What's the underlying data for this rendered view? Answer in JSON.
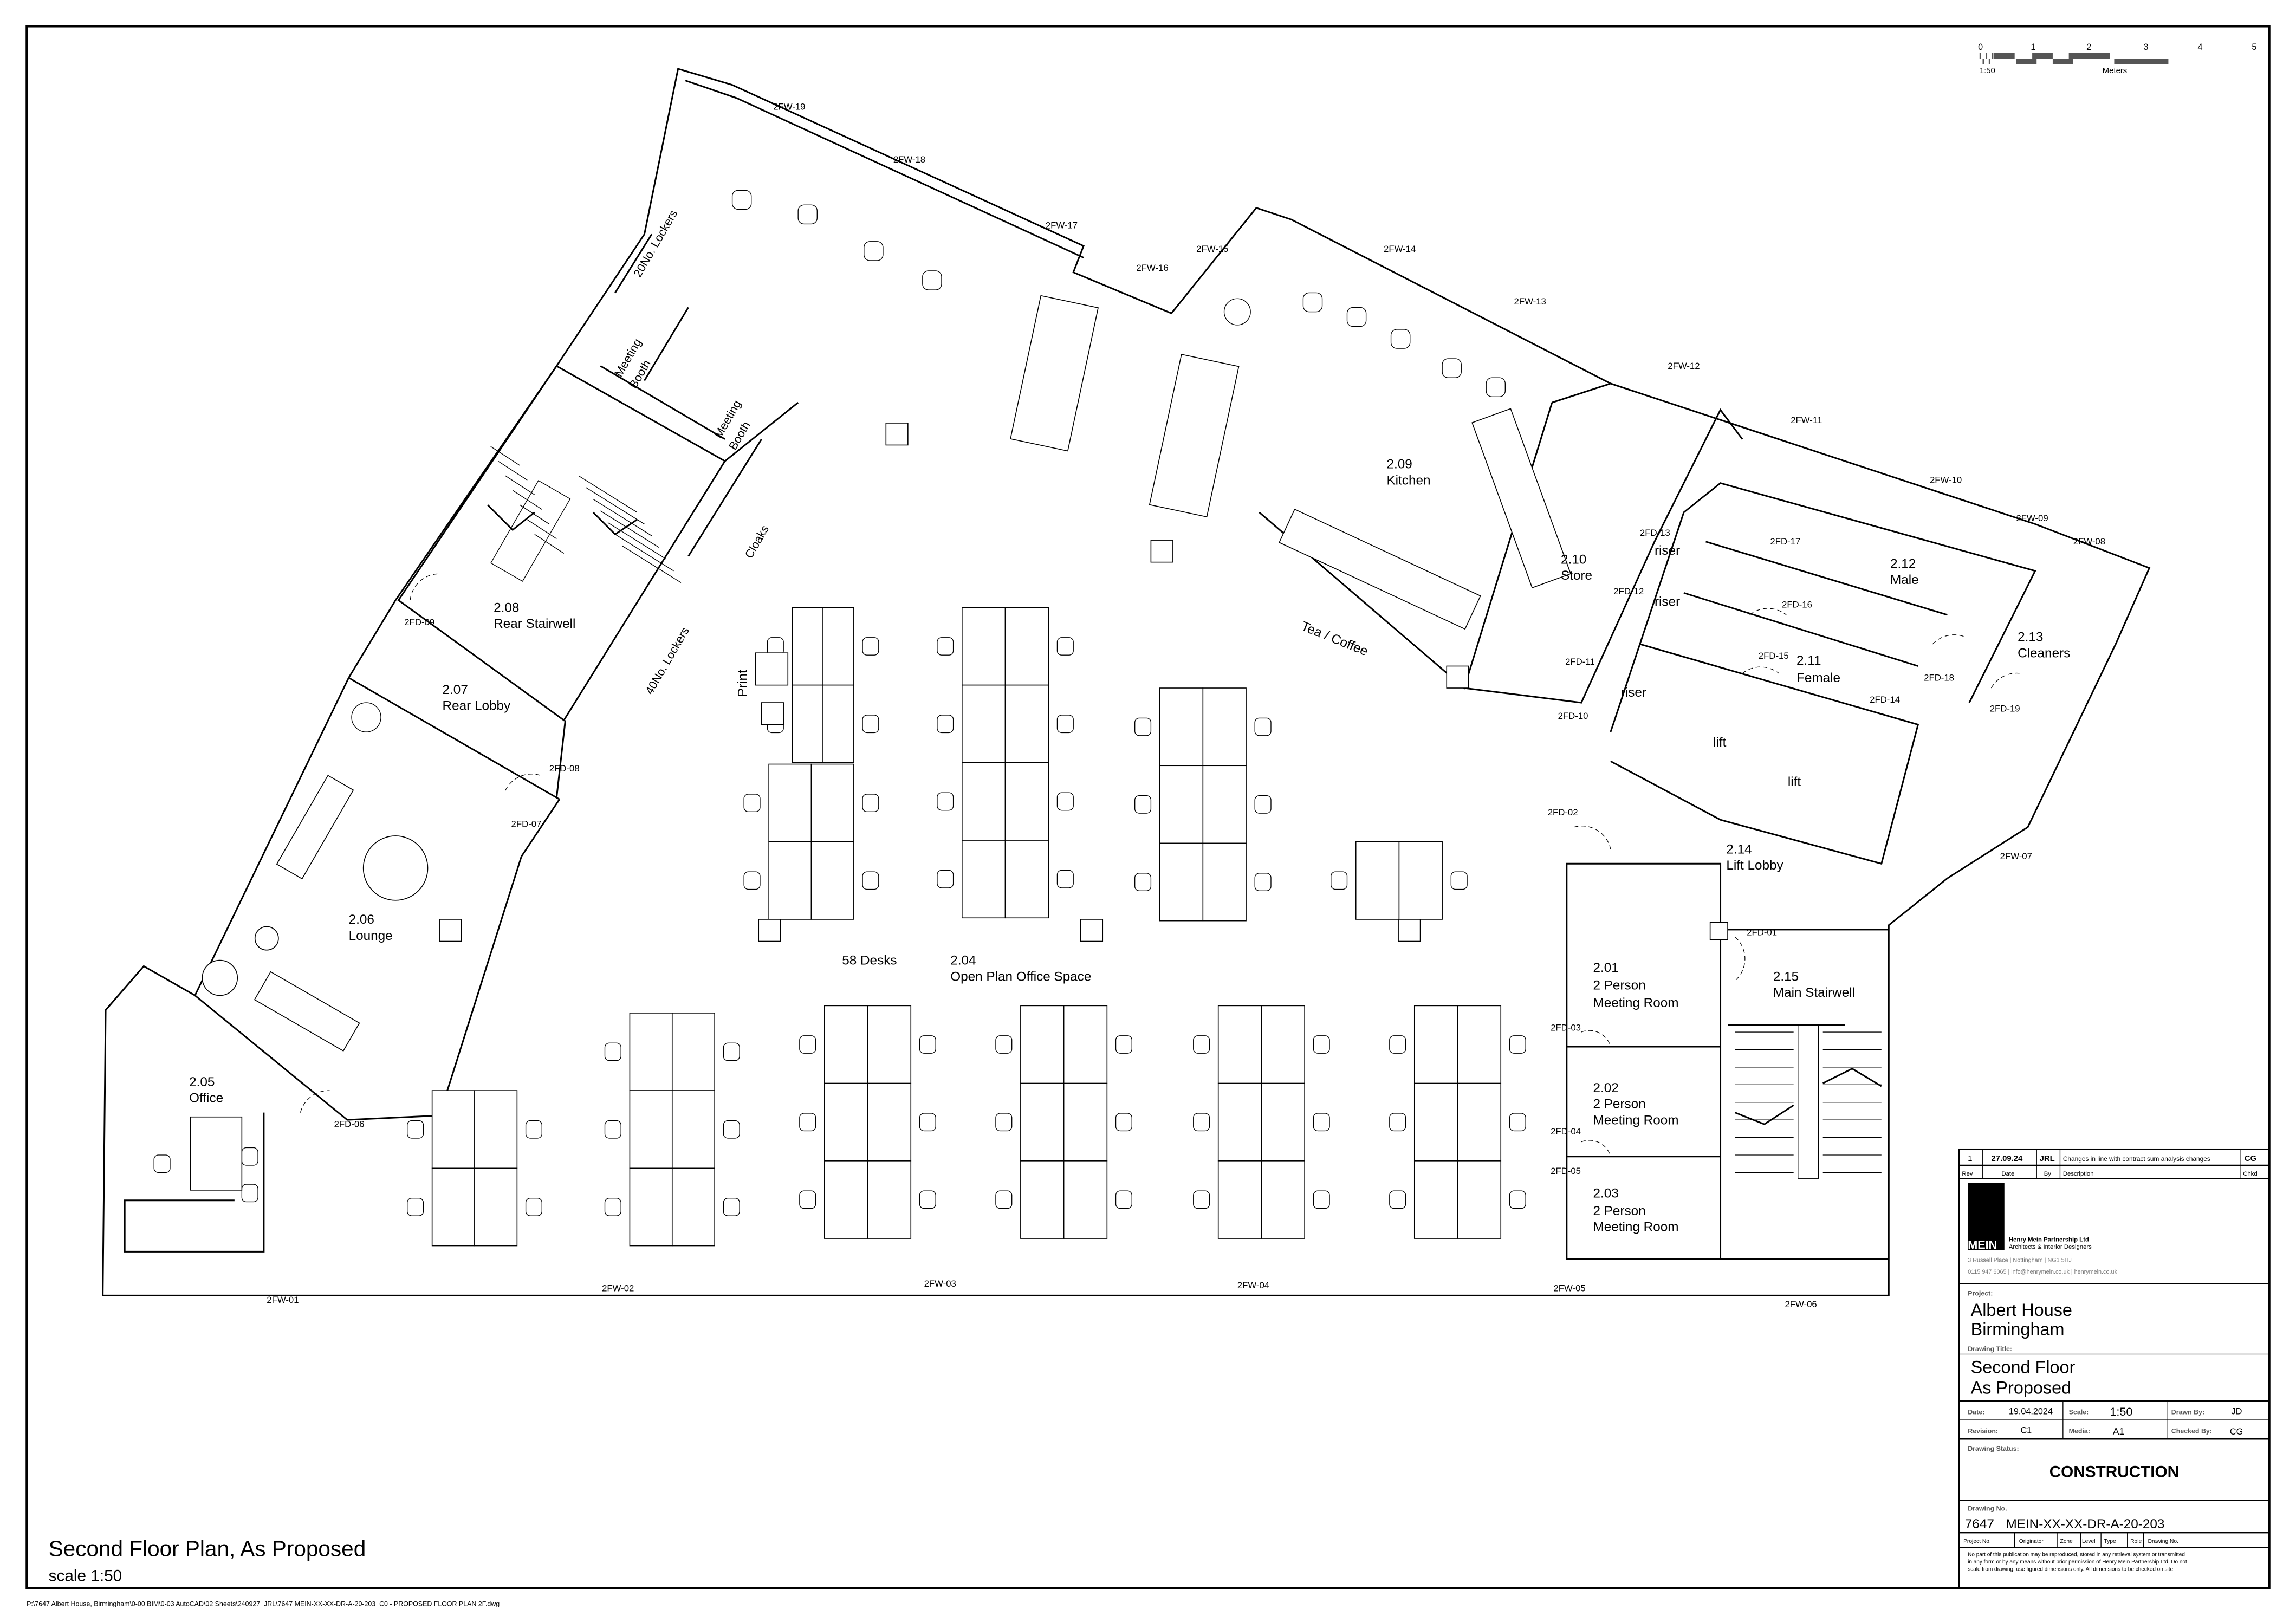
{
  "scale_bar": {
    "ticks": [
      "0",
      "1",
      "2",
      "3",
      "4",
      "5"
    ],
    "ratio": "1:50",
    "unit": "Meters"
  },
  "rooms": [
    {
      "number": "2.01",
      "name": "2 Person",
      "name2": "Meeting Room"
    },
    {
      "number": "2.02",
      "name": "2 Person",
      "name2": "Meeting Room"
    },
    {
      "number": "2.03",
      "name": "2 Person",
      "name2": "Meeting Room"
    },
    {
      "number": "2.04",
      "name": "Open Plan Office Space"
    },
    {
      "number": "2.05",
      "name": "Office"
    },
    {
      "number": "2.06",
      "name": "Lounge"
    },
    {
      "number": "2.07",
      "name": "Rear Lobby"
    },
    {
      "number": "2.08",
      "name": "Rear Stairwell"
    },
    {
      "number": "2.09",
      "name": "Kitchen"
    },
    {
      "number": "2.10",
      "name": "Store"
    },
    {
      "number": "2.11",
      "name": "Female"
    },
    {
      "number": "2.12",
      "name": "Male"
    },
    {
      "number": "2.13",
      "name": "Cleaners"
    },
    {
      "number": "2.14",
      "name": "Lift Lobby"
    },
    {
      "number": "2.15",
      "name": "Main Stairwell"
    }
  ],
  "annotations": {
    "desks": "58 Desks",
    "tea_coffee": "Tea / Coffee",
    "print": "Print",
    "meeting_booth_1a": "Meeting",
    "meeting_booth_1b": "Booth",
    "meeting_booth_2a": "Meeting",
    "meeting_booth_2b": "Booth",
    "lockers_20": "20No. Lockers",
    "lockers_40": "40No. Lockers",
    "cloaks": "Cloaks",
    "lift_1": "lift",
    "lift_2": "lift",
    "riser_1": "riser",
    "riser_2": "riser",
    "riser_3": "riser"
  },
  "windows": [
    "2FW-01",
    "2FW-02",
    "2FW-03",
    "2FW-04",
    "2FW-05",
    "2FW-06",
    "2FW-07",
    "2FW-08",
    "2FW-09",
    "2FW-10",
    "2FW-11",
    "2FW-12",
    "2FW-13",
    "2FW-14",
    "2FW-15",
    "2FW-16",
    "2FW-17",
    "2FW-18",
    "2FW-19"
  ],
  "doors": [
    "2FD-01",
    "2FD-02",
    "2FD-03",
    "2FD-04",
    "2FD-05",
    "2FD-06",
    "2FD-07",
    "2FD-08",
    "2FD-09",
    "2FD-10",
    "2FD-11",
    "2FD-12",
    "2FD-13",
    "2FD-14",
    "2FD-15",
    "2FD-16",
    "2FD-17",
    "2FD-18",
    "2FD-19"
  ],
  "plan_title": "Second Floor Plan, As Proposed",
  "plan_scale": "scale 1:50",
  "file_path": "P:\\7647 Albert House, Birmingham\\0-00 BIM\\0-03 AutoCAD\\02 Sheets\\240927_JRL\\7647 MEIN-XX-XX-DR-A-20-203_C0 - PROPOSED FLOOR PLAN 2F.dwg",
  "title_block": {
    "revision_row": {
      "rev": "1",
      "date": "27.09.24",
      "by": "JRL",
      "description": "Changes in line with contract sum analysis changes",
      "chkd": "CG"
    },
    "revision_headers": {
      "rev": "Rev",
      "date": "Date",
      "by": "By",
      "description": "Description",
      "chkd": "Chkd"
    },
    "logo_text": "MEIN",
    "company": "Henry Mein Partnership Ltd",
    "company_tagline": "Architects & Interior Designers",
    "address": "3 Russell Place | Nottingham | NG1 5HJ",
    "contact": "0115 947 6065 | info@henrymein.co.uk | henrymein.co.uk",
    "project_label": "Project:",
    "project_line1": "Albert House",
    "project_line2": "Birmingham",
    "drawing_title_label": "Drawing Title:",
    "drawing_title_line1": "Second Floor",
    "drawing_title_line2": "As Proposed",
    "date_label": "Date:",
    "date": "19.04.2024",
    "scale_label": "Scale:",
    "scale": "1:50",
    "drawn_by_label": "Drawn By:",
    "drawn_by": "JD",
    "revision_label": "Revision:",
    "revision": "C1",
    "media_label": "Media:",
    "media": "A1",
    "checked_by_label": "Checked By:",
    "checked_by": "CG",
    "status_label": "Drawing Status:",
    "status": "CONSTRUCTION",
    "drawing_no_label": "Drawing No.",
    "project_no": "7647",
    "drawing_no": "MEIN-XX-XX-DR-A-20-203",
    "code_headers": [
      "Project No.",
      "Originator",
      "Zone",
      "Level",
      "Type",
      "Role",
      "Drawing No."
    ],
    "disclaimer_1": "No part of this publication may be reproduced, stored in any retrieval system or transmitted",
    "disclaimer_2": "in any form or by any means without prior permission of Henry Mein Partnership Ltd. Do not",
    "disclaimer_3": "scale from drawing, use figured dimensions only. All dimensions to be checked on site."
  }
}
